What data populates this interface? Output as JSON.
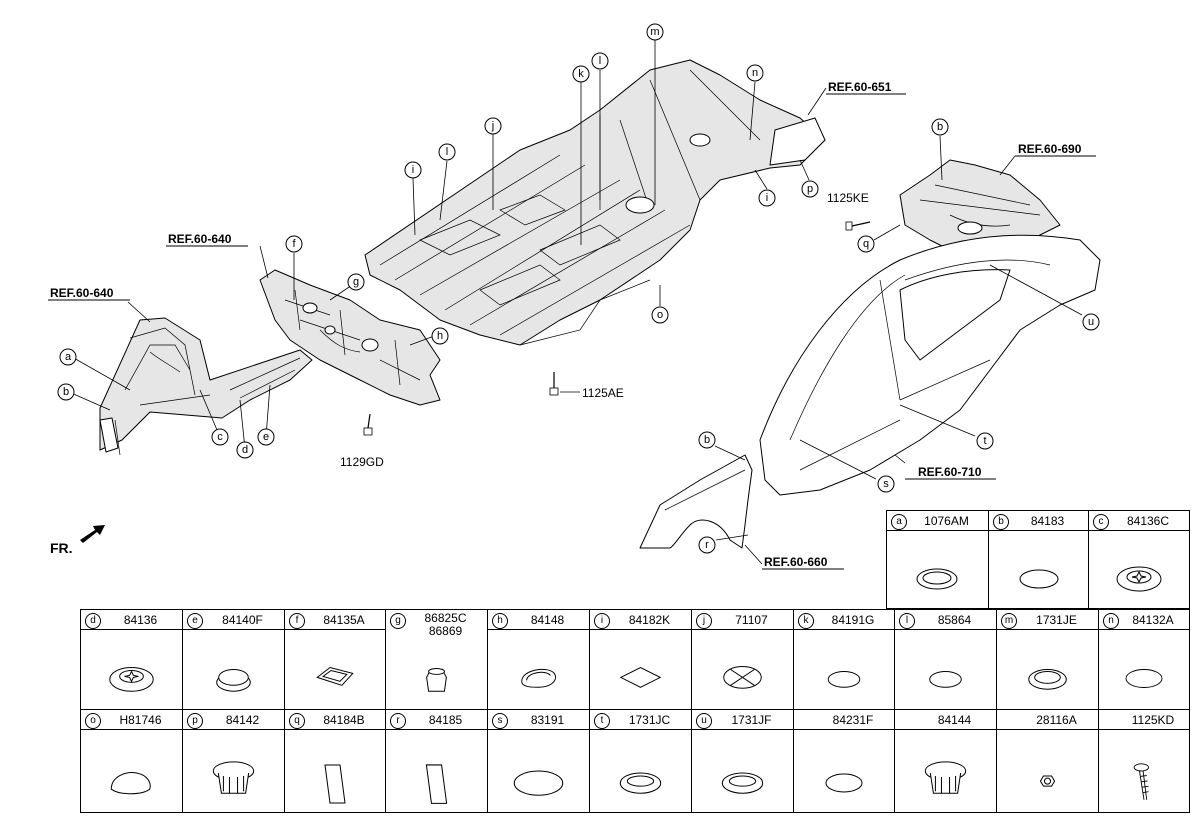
{
  "direction_label": "FR.",
  "refs": [
    {
      "id": "ref-60-651",
      "text": "REF.60-651"
    },
    {
      "id": "ref-60-690",
      "text": "REF.60-690"
    },
    {
      "id": "ref-60-640-a",
      "text": "REF.60-640"
    },
    {
      "id": "ref-60-640-b",
      "text": "REF.60-640"
    },
    {
      "id": "ref-60-710",
      "text": "REF.60-710"
    },
    {
      "id": "ref-60-660",
      "text": "REF.60-660"
    }
  ],
  "bolt_labels": {
    "b1125ke": "1125KE",
    "b1125ae": "1125AE",
    "b1129gd": "1129GD"
  },
  "callouts": [
    "a",
    "b",
    "c",
    "d",
    "e",
    "f",
    "g",
    "h",
    "i",
    "j",
    "k",
    "l",
    "m",
    "n",
    "o",
    "p",
    "q",
    "r",
    "s",
    "t",
    "u"
  ],
  "parts_table": {
    "row1": [
      {
        "letter": "a",
        "part": "1076AM"
      },
      {
        "letter": "b",
        "part": "84183"
      },
      {
        "letter": "c",
        "part": "84136C"
      }
    ],
    "row2": [
      {
        "letter": "d",
        "part": "84136"
      },
      {
        "letter": "e",
        "part": "84140F"
      },
      {
        "letter": "f",
        "part": "84135A"
      },
      {
        "letter": "g",
        "part": "86825C",
        "part2": "86869"
      },
      {
        "letter": "h",
        "part": "84148"
      },
      {
        "letter": "i",
        "part": "84182K"
      },
      {
        "letter": "j",
        "part": "71107"
      },
      {
        "letter": "k",
        "part": "84191G"
      },
      {
        "letter": "l",
        "part": "85864"
      },
      {
        "letter": "m",
        "part": "1731JE"
      },
      {
        "letter": "n",
        "part": "84132A"
      }
    ],
    "row3": [
      {
        "letter": "o",
        "part": "H81746"
      },
      {
        "letter": "p",
        "part": "84142"
      },
      {
        "letter": "q",
        "part": "84184B"
      },
      {
        "letter": "r",
        "part": "84185"
      },
      {
        "letter": "s",
        "part": "83191"
      },
      {
        "letter": "t",
        "part": "1731JC"
      },
      {
        "letter": "u",
        "part": "1731JF"
      },
      {
        "letter": "",
        "part": "84231F"
      },
      {
        "letter": "",
        "part": "84144"
      },
      {
        "letter": "",
        "part": "28116A"
      },
      {
        "letter": "",
        "part": "1125KD"
      }
    ]
  }
}
